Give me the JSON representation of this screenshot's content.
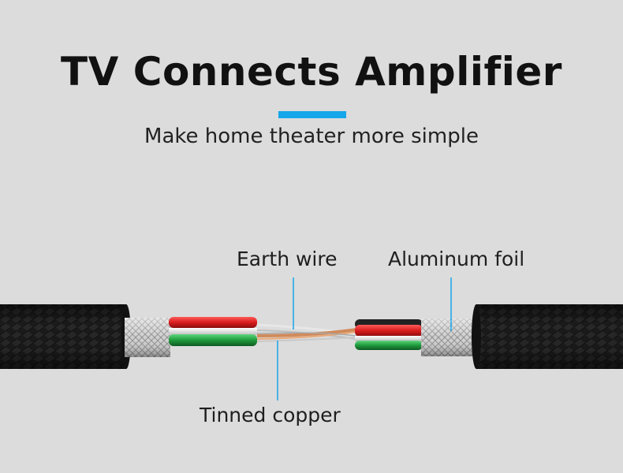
{
  "header": {
    "title": "TV Connects Amplifier",
    "subtitle": "Make home theater more simple"
  },
  "callouts": {
    "earth_wire": "Earth wire",
    "aluminum_foil": "Aluminum foil",
    "tinned_copper": "Tinned copper"
  },
  "colors": {
    "background": "#dcdcdc",
    "accent": "#16a6ea",
    "jacket": "#1a1a1a",
    "red_wire": "#d81c1c",
    "green_wire": "#1f9a3c",
    "copper": "#d08a5a",
    "foil": "#c9c9c9"
  }
}
